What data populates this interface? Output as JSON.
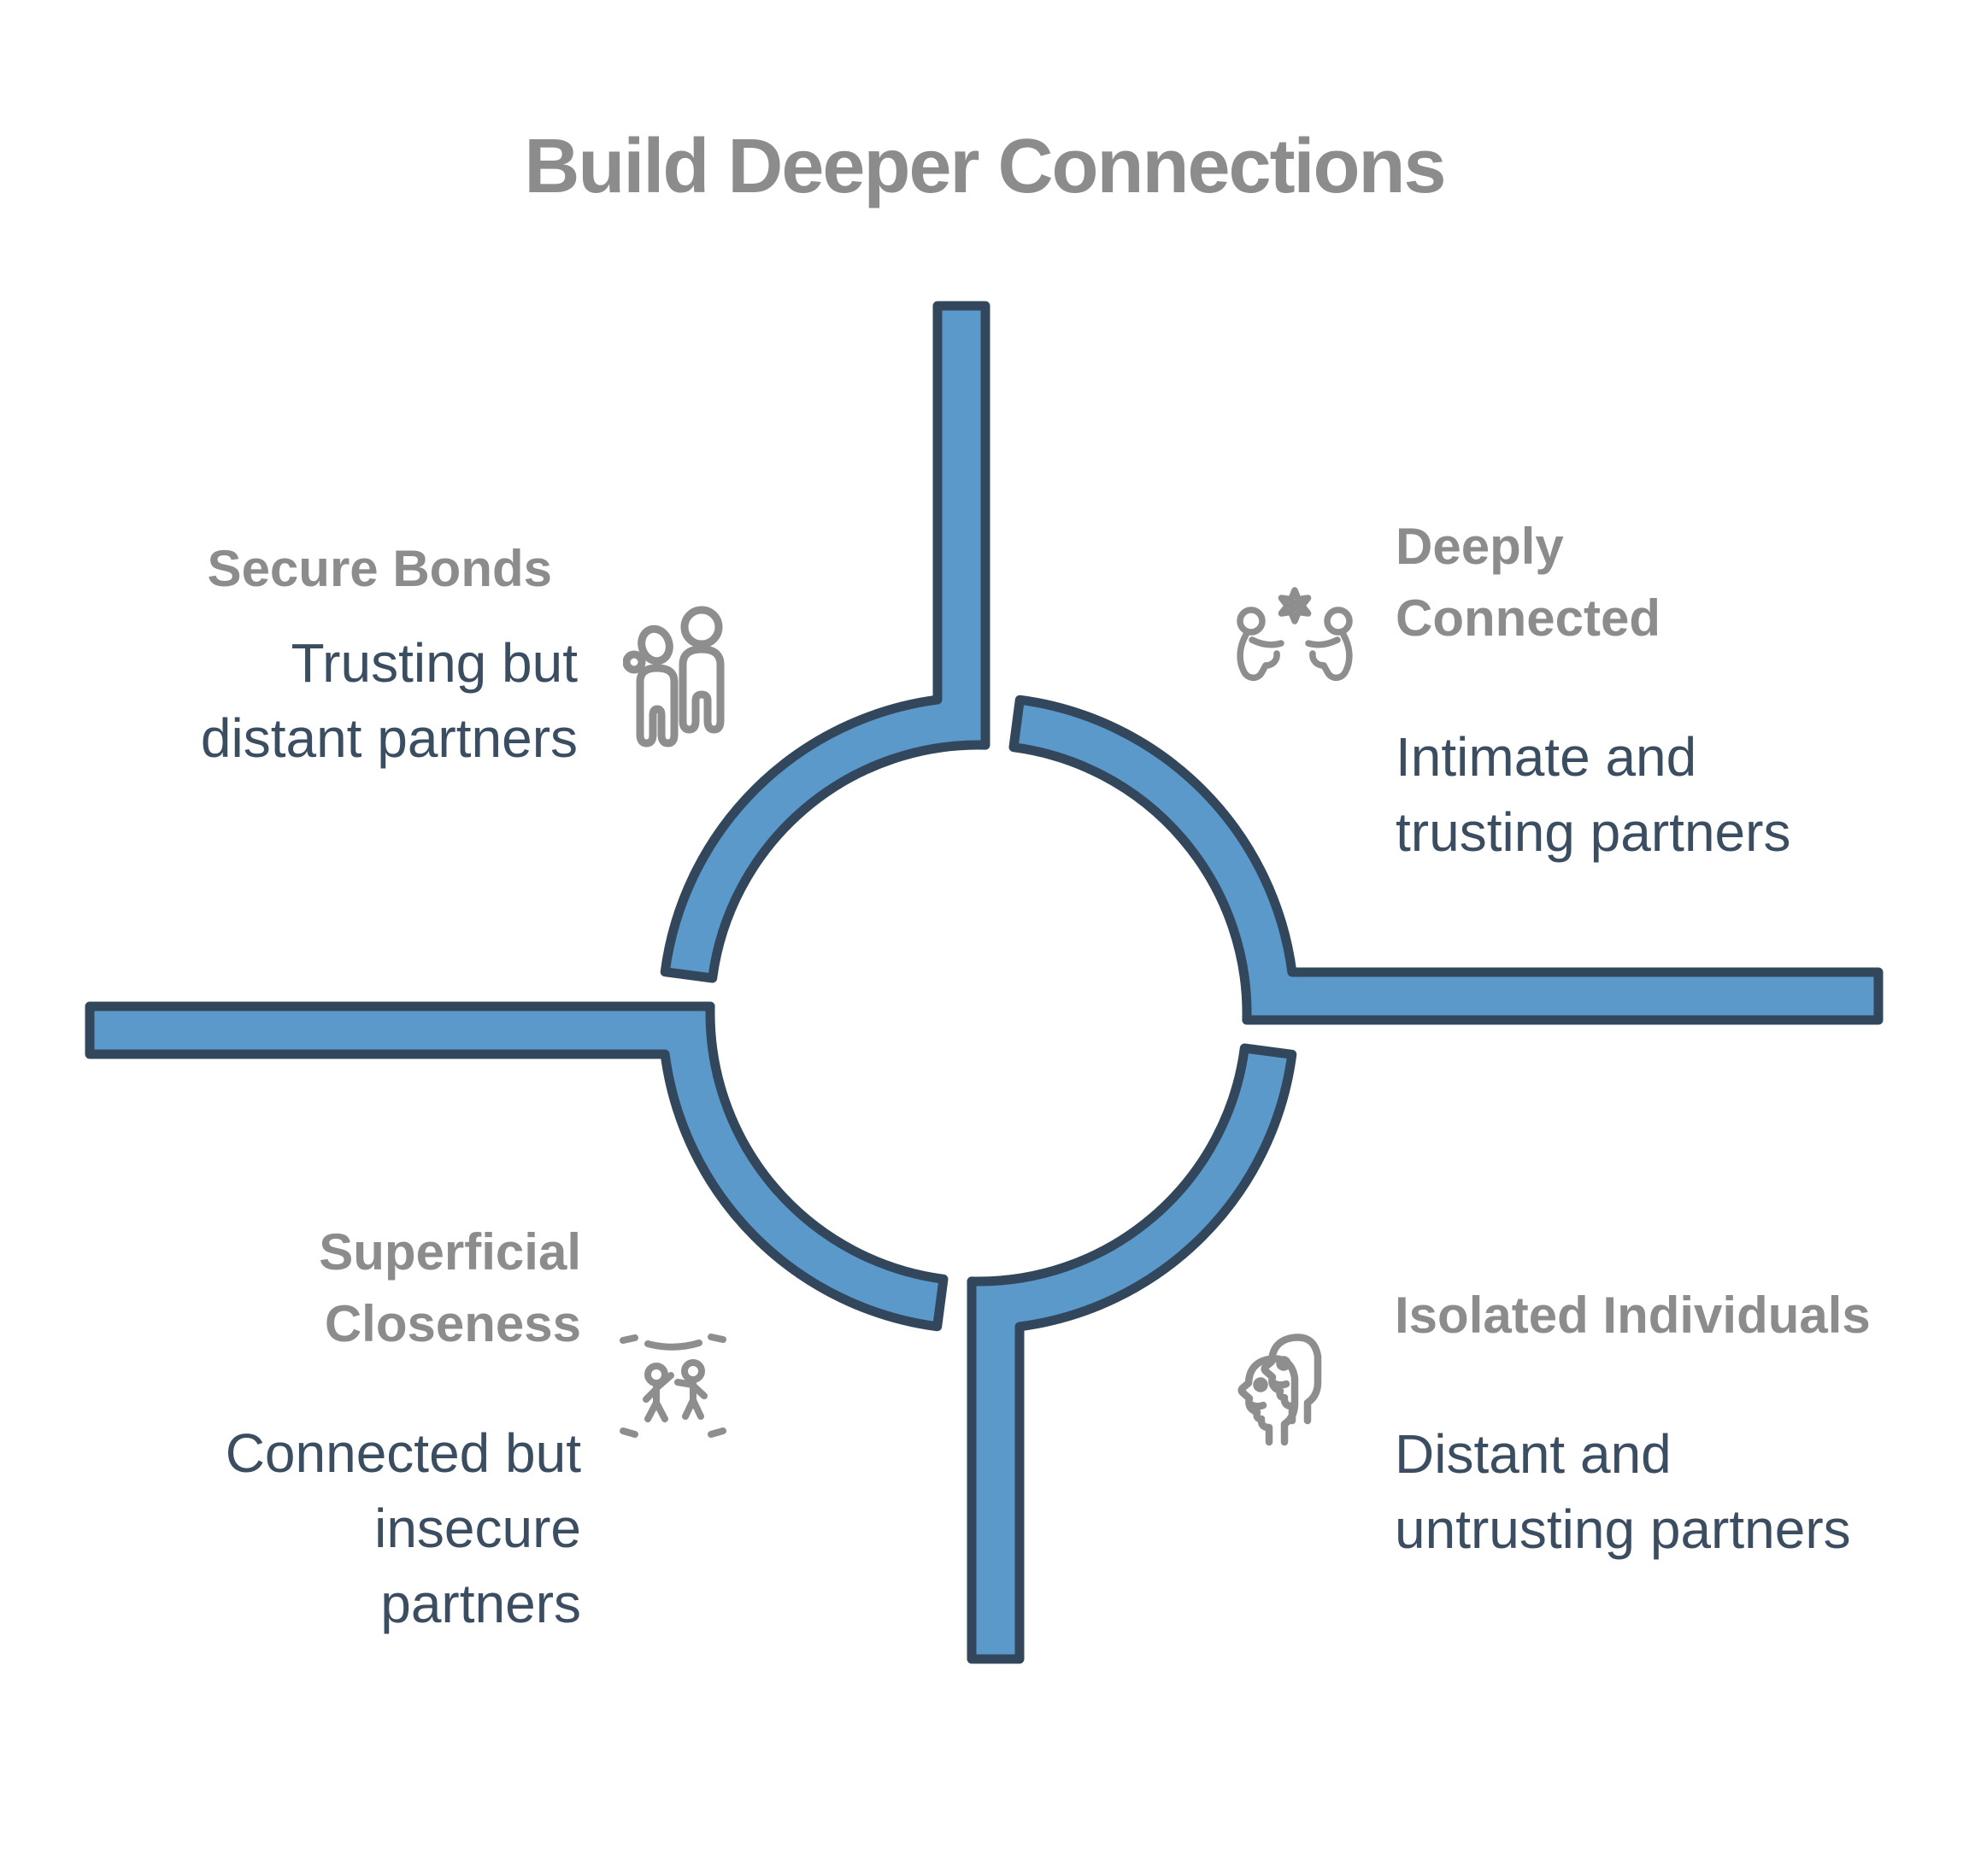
{
  "title": "Build Deeper Connections",
  "quadrants": {
    "top_left": {
      "heading": "Secure Bonds",
      "body": "Trusting but\ndistant partners",
      "icon": "two-people-standing-icon"
    },
    "top_right": {
      "heading": "Deeply\nConnected",
      "body": "Intimate and\ntrusting partners",
      "icon": "partners-connecting-star-icon"
    },
    "bottom_left": {
      "heading": "Superficial\nCloseness",
      "body": "Connected but\ninsecure\npartners",
      "icon": "dashed-boundary-people-icon"
    },
    "bottom_right": {
      "heading": "Isolated Individuals",
      "body": "Distant and\nuntrusting partners",
      "icon": "head-profiles-icon"
    }
  },
  "colors": {
    "accent_blue": "#5B99CB",
    "outline_navy": "#33475C",
    "heading_gray": "#8C8C8C",
    "body_slate": "#3B4D61",
    "icon_gray": "#8E8E8E",
    "background": "#FFFFFF"
  }
}
